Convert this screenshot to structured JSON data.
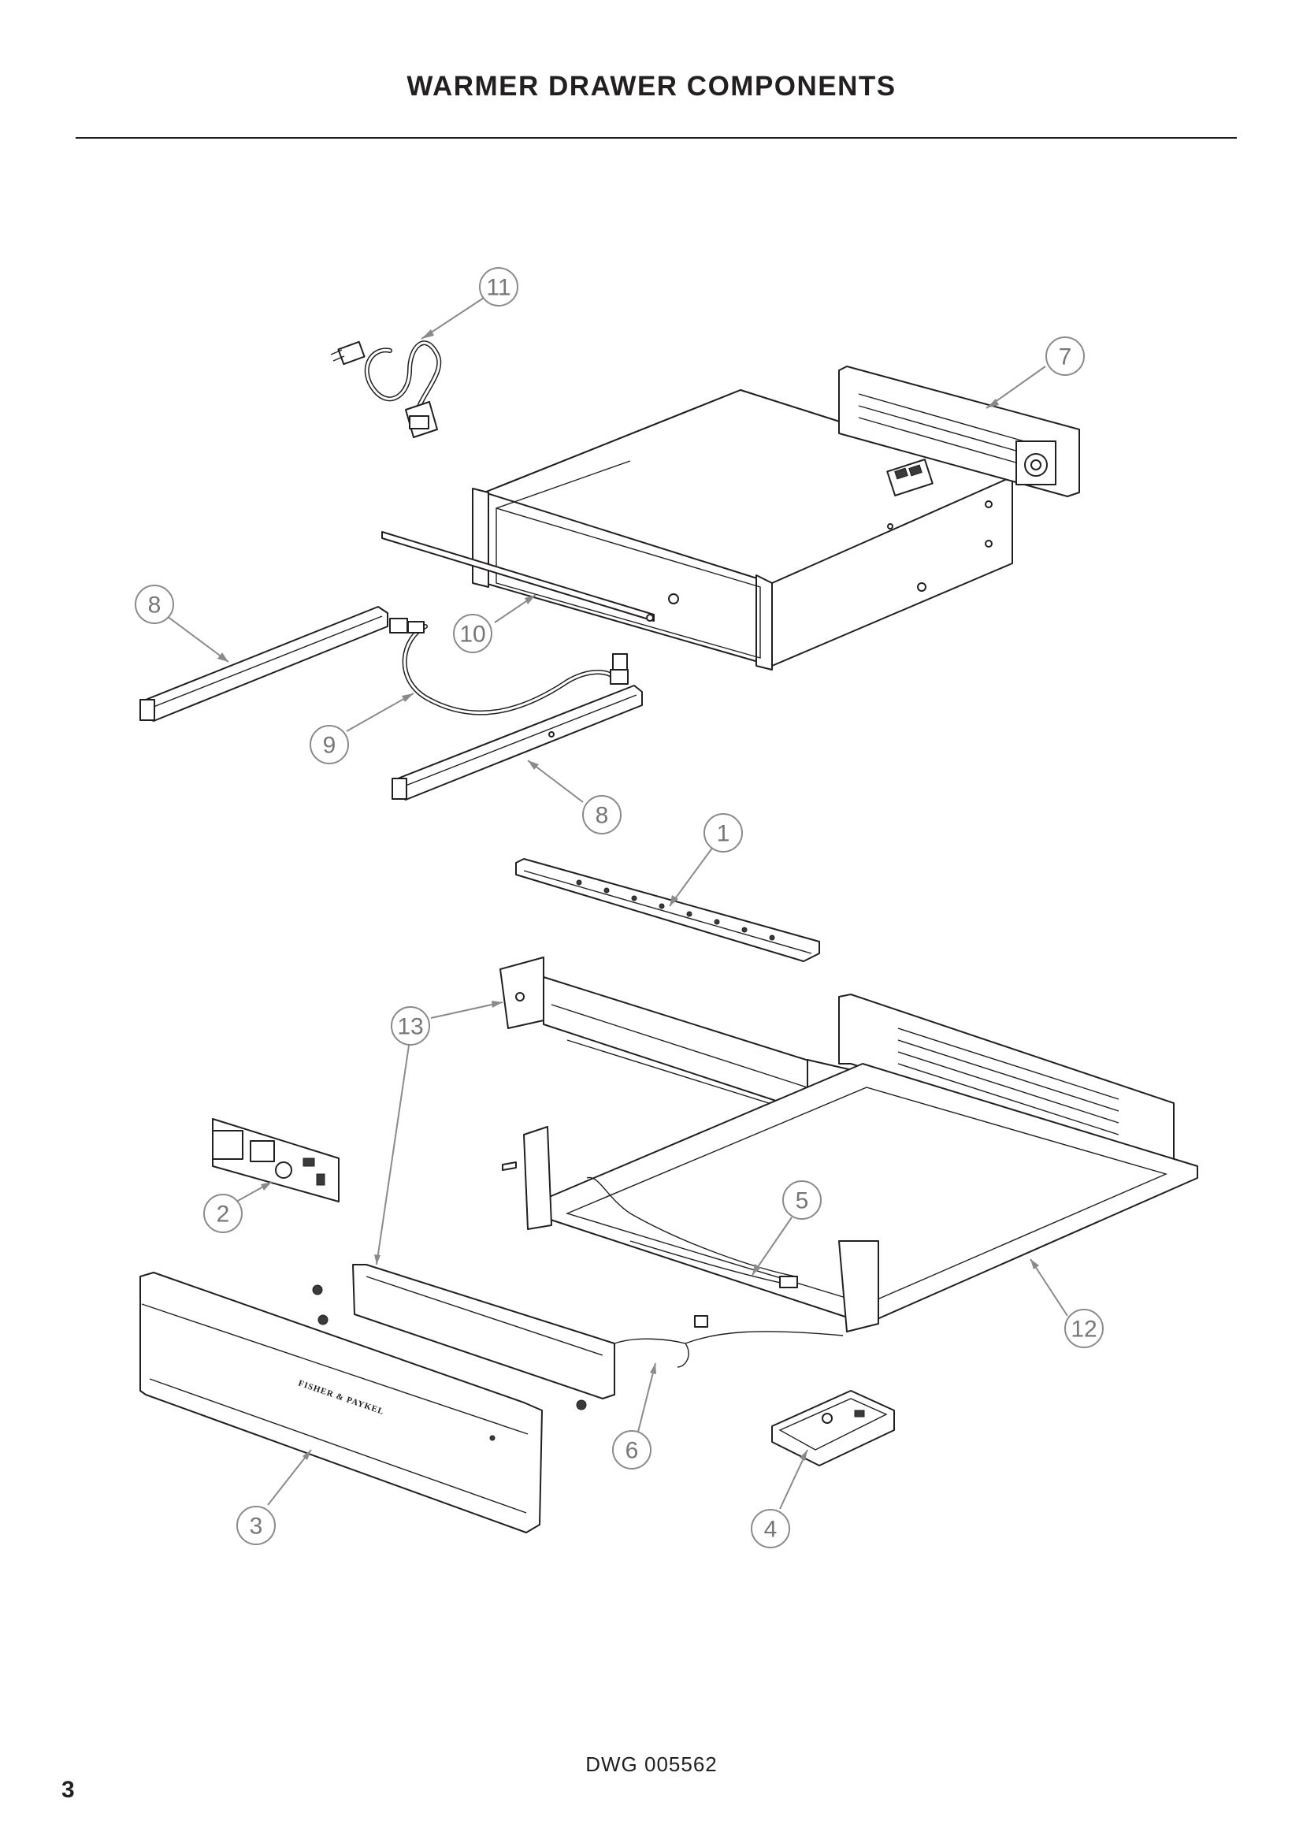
{
  "header": {
    "title": "WARMER DRAWER COMPONENTS"
  },
  "footer": {
    "drawing_number": "DWG 005562",
    "page_number": "3"
  },
  "diagram": {
    "brand_mark": "FISHER & PAYKEL",
    "callouts": [
      {
        "id": "callout-11",
        "label": "11"
      },
      {
        "id": "callout-7",
        "label": "7"
      },
      {
        "id": "callout-8-left",
        "label": "8"
      },
      {
        "id": "callout-10",
        "label": "10"
      },
      {
        "id": "callout-9",
        "label": "9"
      },
      {
        "id": "callout-8-right",
        "label": "8"
      },
      {
        "id": "callout-1",
        "label": "1"
      },
      {
        "id": "callout-13",
        "label": "13"
      },
      {
        "id": "callout-2",
        "label": "2"
      },
      {
        "id": "callout-5",
        "label": "5"
      },
      {
        "id": "callout-12",
        "label": "12"
      },
      {
        "id": "callout-6",
        "label": "6"
      },
      {
        "id": "callout-3",
        "label": "3"
      },
      {
        "id": "callout-4",
        "label": "4"
      }
    ]
  }
}
